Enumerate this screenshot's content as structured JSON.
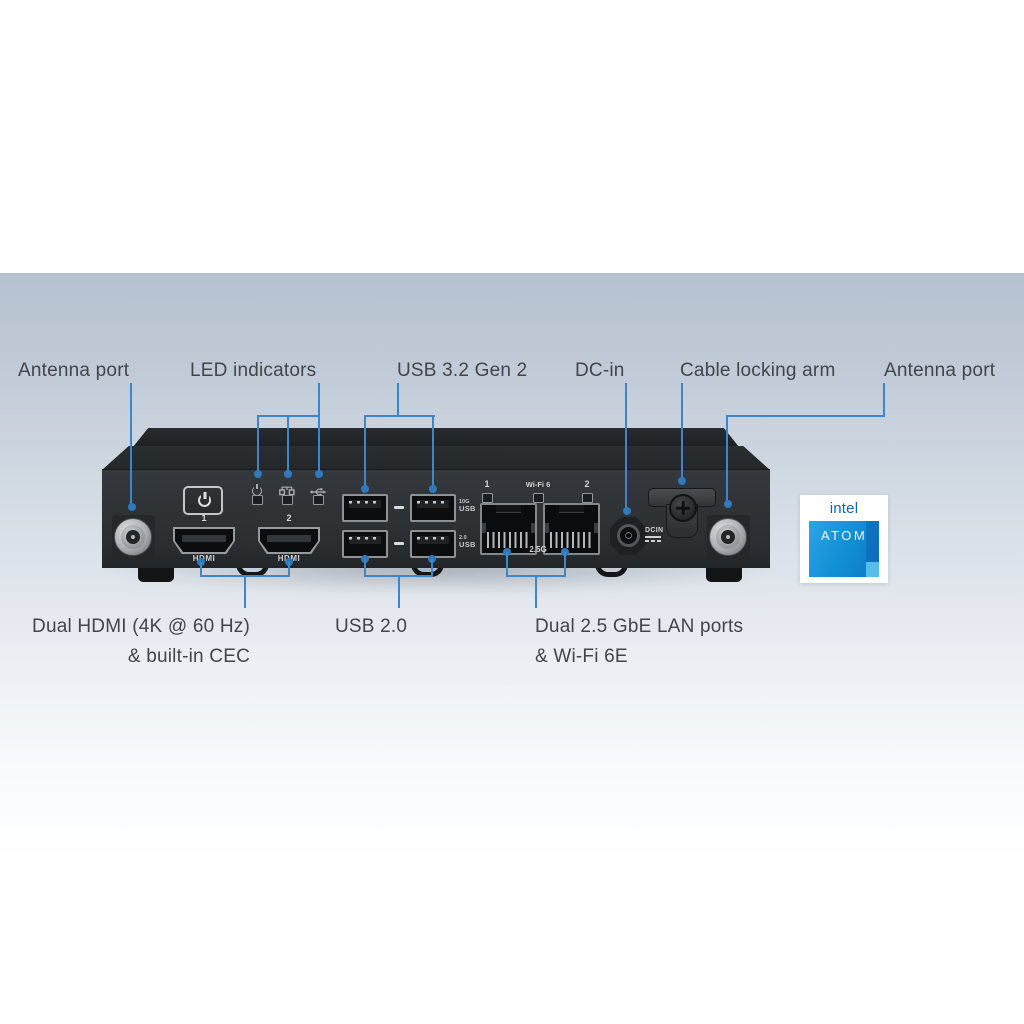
{
  "figure": "rear-io-panel-annotated-diagram",
  "colors": {
    "callout_blue": "#3E86C7",
    "label_text": "#40464B",
    "panel_gradient_top": "#B6C1CF",
    "chassis_dark": "#2F3235",
    "intel_blue": "#0A6CB8",
    "badge_square_blue": "#1390D5"
  },
  "callouts_top": [
    {
      "label": "Antenna port"
    },
    {
      "label": "LED indicators"
    },
    {
      "label": "USB 3.2 Gen 2"
    },
    {
      "label": "DC-in"
    },
    {
      "label": "Cable locking arm"
    },
    {
      "label": "Antenna port"
    }
  ],
  "callouts_bottom": {
    "hdmi": {
      "line1": "Dual HDMI (4K @ 60 Hz)",
      "line2": "& built-in CEC"
    },
    "usb": {
      "line1": "USB 2.0"
    },
    "lan": {
      "line1": "Dual 2.5 GbE LAN ports",
      "line2": "& Wi-Fi 6E"
    }
  },
  "device": {
    "power_button_icon": "power-icon",
    "status_led_icons": [
      "power-led-icon",
      "lan-led-icon",
      "usb-led-icon"
    ],
    "hdmi": {
      "port1_number": "1",
      "port2_number": "2",
      "port_label": "HDMI"
    },
    "usb_markings": {
      "top_speed": "10G",
      "top_label": "USB",
      "bottom_speed": "2.0",
      "bottom_label": "USB"
    },
    "lan": {
      "led1_label": "1",
      "wifi_label": "Wi-Fi 6",
      "led2_label": "2",
      "speed_label": "2.5G"
    },
    "dcin": {
      "label": "DCIN",
      "symbol": "dc-voltage-symbol"
    }
  },
  "badge": {
    "brand": "intel",
    "product": "ATOM"
  }
}
